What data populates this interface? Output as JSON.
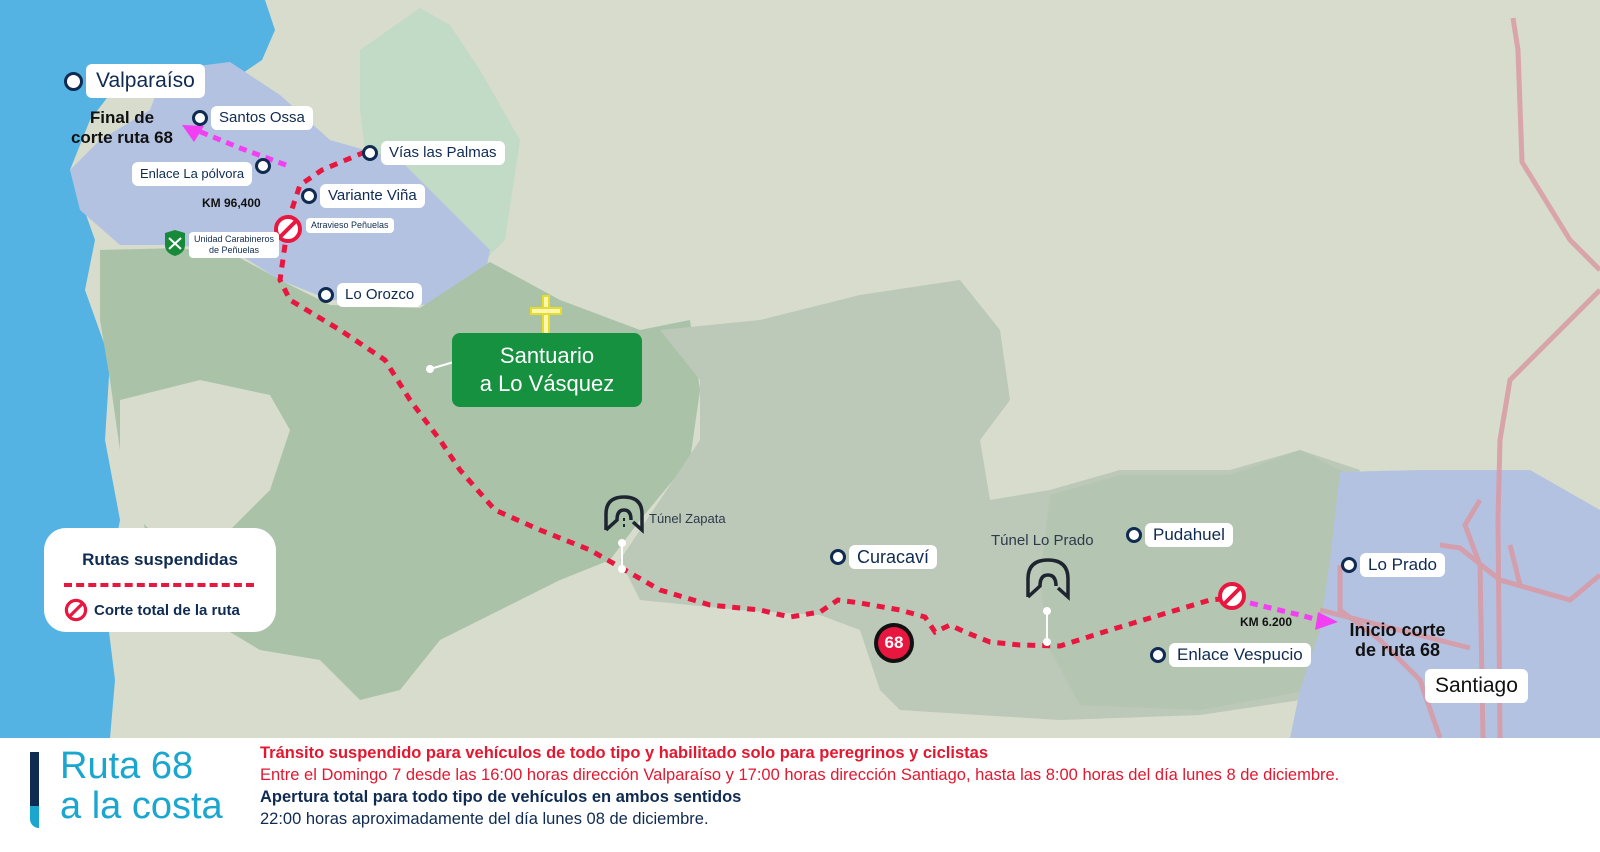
{
  "map": {
    "colors": {
      "ocean": "#54b3e2",
      "land": "#d7dccc",
      "valparaiso_region": "#b3c2e1",
      "santiago_region": "#b3c2e1",
      "green_region_light": "#c2dbc7",
      "green_region_mid": "#a9c2a8",
      "green_region_grey": "#bcc8b8",
      "suspended_route": "#e8173f",
      "detour_arrow": "#f23ff2",
      "highways": "#d99aa3"
    },
    "places": {
      "valparaiso": "Valparaíso",
      "santos_ossa": "Santos Ossa",
      "vias_las_palmas": "Vías las Palmas",
      "enlace_la_polvora": "Enlace La pólvora",
      "variante_vina": "Variante Viña",
      "lo_orozco": "Lo Orozco",
      "curacavi": "Curacaví",
      "pudahuel": "Pudahuel",
      "lo_prado": "Lo Prado",
      "enlace_vespucio": "Enlace Vespucio",
      "santiago": "Santiago"
    },
    "notes": {
      "final_corte_line1": "Final de",
      "final_corte_line2": "corte ruta 68",
      "inicio_corte_line1": "Inicio corte",
      "inicio_corte_line2": "de ruta 68",
      "km_west": "KM 96,400",
      "km_east": "KM 6.200",
      "atravieso": "Atravieso Peñuelas",
      "carabineros_line1": "Unidad Carabineros",
      "carabineros_line2": "de Peñuelas"
    },
    "tunnels": {
      "zapata": "Túnel Zapata",
      "lo_prado": "Túnel Lo Prado"
    },
    "sanctuary": {
      "line1": "Santuario",
      "line2": "a Lo Vásquez"
    },
    "route_shield": "68",
    "legend": {
      "title": "Rutas suspendidas",
      "cut_label": "Corte total de la ruta"
    }
  },
  "footer": {
    "brand_line1": "Ruta 68",
    "brand_line2": "a la costa",
    "line1": "Tránsito suspendido para vehículos de todo tipo y habilitado solo para peregrinos y ciclistas",
    "line2": "Entre el Domingo 7 desde las 16:00 horas dirección Valparaíso y 17:00 horas dirección Santiago, hasta las 8:00 horas del día lunes 8 de diciembre.",
    "line3": "Apertura total para todo tipo de vehículos en ambos sentidos",
    "line4": "22:00 horas aproximadamente del día lunes 08 de diciembre."
  }
}
